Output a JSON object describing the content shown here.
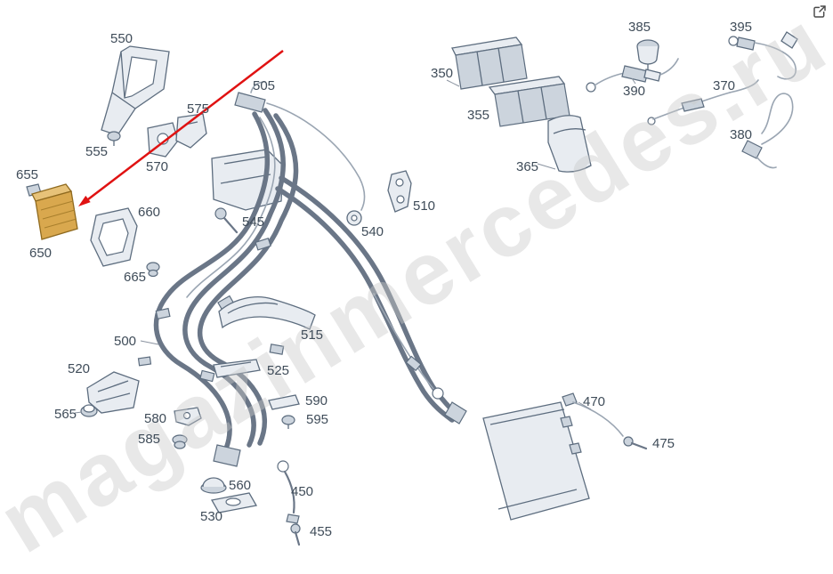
{
  "watermark": {
    "text": "magazinmercedes.ru"
  },
  "header": {
    "external_link_icon": "open-in-new-icon"
  },
  "diagram": {
    "highlighted_part": "650",
    "highlight_color": "#d9a84e",
    "arrow_color": "#e01212",
    "labels": [
      {
        "text": "550"
      },
      {
        "text": "555"
      },
      {
        "text": "655"
      },
      {
        "text": "650"
      },
      {
        "text": "660"
      },
      {
        "text": "665"
      },
      {
        "text": "570"
      },
      {
        "text": "575"
      },
      {
        "text": "505"
      },
      {
        "text": "545"
      },
      {
        "text": "540"
      },
      {
        "text": "510"
      },
      {
        "text": "350"
      },
      {
        "text": "355"
      },
      {
        "text": "365"
      },
      {
        "text": "385"
      },
      {
        "text": "390"
      },
      {
        "text": "395"
      },
      {
        "text": "370"
      },
      {
        "text": "380"
      },
      {
        "text": "500"
      },
      {
        "text": "515"
      },
      {
        "text": "520"
      },
      {
        "text": "525"
      },
      {
        "text": "565"
      },
      {
        "text": "580"
      },
      {
        "text": "585"
      },
      {
        "text": "590"
      },
      {
        "text": "595"
      },
      {
        "text": "560"
      },
      {
        "text": "530"
      },
      {
        "text": "450"
      },
      {
        "text": "455"
      },
      {
        "text": "470"
      },
      {
        "text": "475"
      }
    ]
  }
}
